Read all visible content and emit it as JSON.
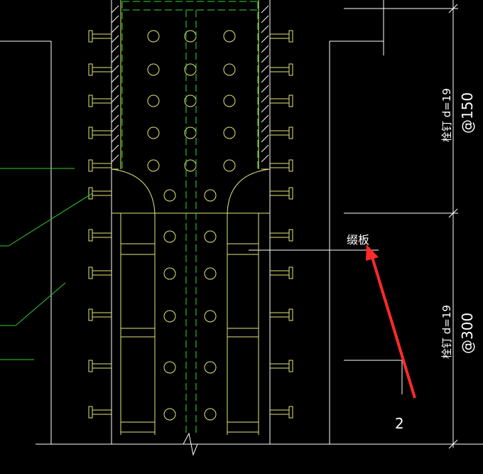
{
  "colors": {
    "background": "#000000",
    "structure": "#ffffff",
    "steel": "#e6e67a",
    "centerline": "#33dd33",
    "leader": "#33cc33",
    "arrow": "#ff2a2a",
    "text": "#ffffff"
  },
  "labels": {
    "stud_upper": "栓钉 d=19",
    "spacing_upper": "@150",
    "stud_lower": "栓钉 d=19",
    "spacing_lower": "@300",
    "plate": "缀板",
    "marker": "2"
  }
}
